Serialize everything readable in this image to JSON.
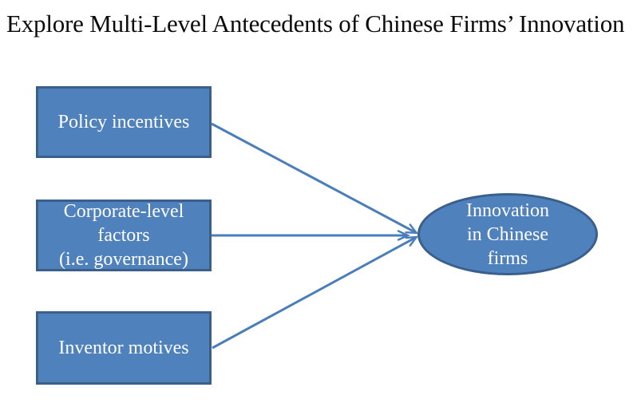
{
  "title": "Explore Multi-Level Antecedents of Chinese Firms’ Innovation",
  "diagram": {
    "boxes": [
      {
        "id": "policy-incentives",
        "lines": [
          "Policy incentives"
        ]
      },
      {
        "id": "corporate-level-factors",
        "lines": [
          "Corporate-level",
          "factors",
          "(i.e. governance)"
        ]
      },
      {
        "id": "inventor-motives",
        "lines": [
          "Inventor motives"
        ]
      }
    ],
    "outcome": {
      "id": "innovation-in-chinese-firms",
      "lines": [
        "Innovation",
        "in Chinese",
        "firms"
      ]
    },
    "arrows": [
      {
        "from": "policy-incentives",
        "to": "innovation-in-chinese-firms"
      },
      {
        "from": "corporate-level-factors",
        "to": "innovation-in-chinese-firms"
      },
      {
        "from": "inventor-motives",
        "to": "innovation-in-chinese-firms"
      }
    ]
  },
  "colors": {
    "shape-fill": "#4F81BD",
    "shape-border": "#3A5F8B",
    "arrow": "#4A7EBB",
    "shape-text": "#FFFFFF",
    "title-text": "#0B0B0B",
    "background": "#FFFFFF"
  }
}
